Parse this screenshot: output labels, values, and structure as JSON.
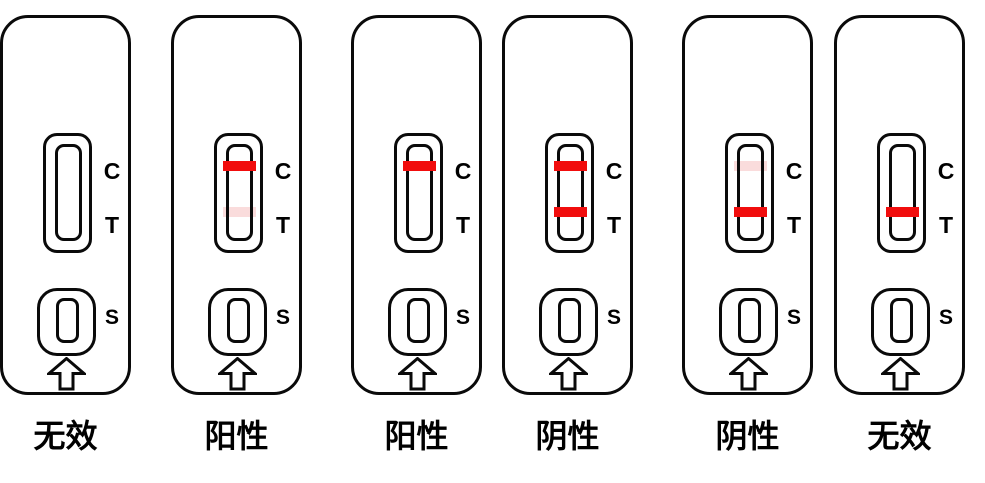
{
  "figure": {
    "background_color": "#ffffff",
    "outline_color": "#0a0a0a",
    "strong_line_color": "#f10d0d",
    "faint_line_color": "#fadcdc",
    "window_labels": {
      "control": "C",
      "test": "T",
      "sample": "S"
    },
    "cassettes": [
      {
        "result_label": "阳性",
        "c_line": "strong",
        "t_line": "faint"
      },
      {
        "result_label": "阳性",
        "c_line": "strong",
        "t_line": "none"
      },
      {
        "result_label": "阴性",
        "c_line": "strong",
        "t_line": "strong"
      },
      {
        "result_label": "阴性",
        "c_line": "faint",
        "t_line": "strong"
      },
      {
        "result_label": "无效",
        "c_line": "none",
        "t_line": "strong"
      },
      {
        "result_label": "无效",
        "c_line": "none",
        "t_line": "none"
      }
    ]
  }
}
